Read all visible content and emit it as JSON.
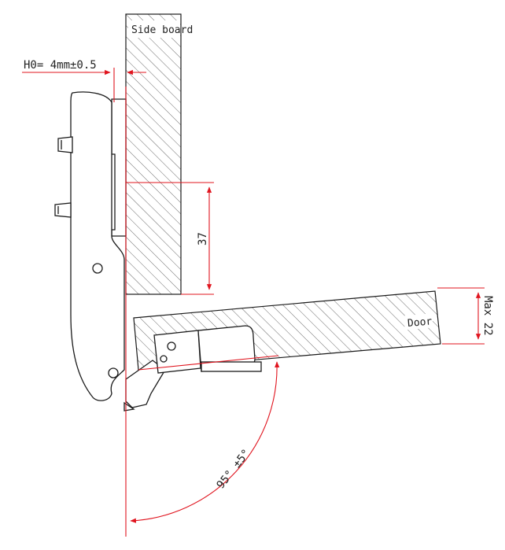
{
  "labels": {
    "side_board": "Side board",
    "door": "Door",
    "h0": "H0= 4mm±0.5",
    "dim_37": "37",
    "max_22": "Max 22",
    "angle": "95° ±5°"
  },
  "colors": {
    "outline": "#1a1a1a",
    "dimension": "#e0141e",
    "hatch": "#5a5a5a"
  }
}
